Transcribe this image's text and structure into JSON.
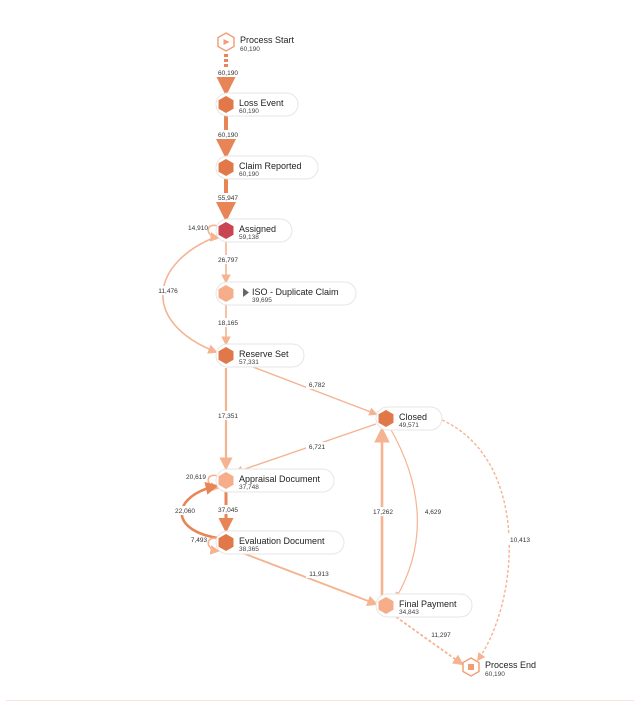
{
  "colors": {
    "dark": "#e0784a",
    "medium": "#f39b71",
    "light": "#f6ad89",
    "red": "#c94553",
    "edge_strong": "#e88556",
    "edge_light": "#f5b391"
  },
  "nodes": [
    {
      "id": "process_start",
      "name": "Process Start",
      "count": "60,190",
      "shape": "play-icon",
      "tone": "medium"
    },
    {
      "id": "loss_event",
      "name": "Loss Event",
      "count": "60,190",
      "shape": "hexagon-icon",
      "tone": "dark"
    },
    {
      "id": "claim_reported",
      "name": "Claim Reported",
      "count": "60,190",
      "shape": "hexagon-icon",
      "tone": "dark"
    },
    {
      "id": "assigned",
      "name": "Assigned",
      "count": "59,138",
      "shape": "hexagon-icon",
      "tone": "red"
    },
    {
      "id": "iso_duplicate",
      "name": "ISO - Duplicate Claim",
      "count": "39,695",
      "shape": "hexagon-icon",
      "tone": "light"
    },
    {
      "id": "reserve_set",
      "name": "Reserve Set",
      "count": "57,331",
      "shape": "hexagon-icon",
      "tone": "dark"
    },
    {
      "id": "closed",
      "name": "Closed",
      "count": "49,571",
      "shape": "hexagon-icon",
      "tone": "dark"
    },
    {
      "id": "appraisal_document",
      "name": "Appraisal Document",
      "count": "37,748",
      "shape": "hexagon-icon",
      "tone": "light"
    },
    {
      "id": "evaluation_document",
      "name": "Evaluation Document",
      "count": "38,365",
      "shape": "hexagon-icon",
      "tone": "dark"
    },
    {
      "id": "final_payment",
      "name": "Final Payment",
      "count": "34,843",
      "shape": "hexagon-icon",
      "tone": "light"
    },
    {
      "id": "process_end",
      "name": "Process End",
      "count": "60,190",
      "shape": "stop-icon",
      "tone": "medium"
    }
  ],
  "edges": [
    {
      "from": "process_start",
      "to": "loss_event",
      "value": "60,190",
      "style": "dashed",
      "strength": "strong"
    },
    {
      "from": "loss_event",
      "to": "claim_reported",
      "value": "60,190",
      "style": "solid",
      "strength": "strong"
    },
    {
      "from": "claim_reported",
      "to": "assigned",
      "value": "55,947",
      "style": "solid",
      "strength": "strong"
    },
    {
      "from": "assigned",
      "to": "assigned",
      "value": "14,910",
      "style": "solid",
      "strength": "light"
    },
    {
      "from": "assigned",
      "to": "iso_duplicate",
      "value": "26,797",
      "style": "solid",
      "strength": "light"
    },
    {
      "from": "assigned",
      "to": "reserve_set",
      "value": "11,476",
      "style": "solid",
      "strength": "light"
    },
    {
      "from": "iso_duplicate",
      "to": "reserve_set",
      "value": "18,165",
      "style": "solid",
      "strength": "light"
    },
    {
      "from": "reserve_set",
      "to": "closed",
      "value": "6,782",
      "style": "solid",
      "strength": "light"
    },
    {
      "from": "reserve_set",
      "to": "appraisal_document",
      "value": "17,351",
      "style": "solid",
      "strength": "light"
    },
    {
      "from": "closed",
      "to": "appraisal_document",
      "value": "6,721",
      "style": "solid",
      "strength": "light"
    },
    {
      "from": "closed",
      "to": "final_payment",
      "value": "4,629",
      "style": "solid",
      "strength": "light"
    },
    {
      "from": "closed",
      "to": "process_end",
      "value": "10,413",
      "style": "dashed",
      "strength": "light"
    },
    {
      "from": "appraisal_document",
      "to": "appraisal_document",
      "value": "20,619",
      "style": "solid",
      "strength": "light"
    },
    {
      "from": "appraisal_document",
      "to": "evaluation_document",
      "value": "37,045",
      "style": "solid",
      "strength": "light"
    },
    {
      "from": "evaluation_document",
      "to": "appraisal_document",
      "value": "22,060",
      "style": "solid",
      "strength": "strong"
    },
    {
      "from": "evaluation_document",
      "to": "evaluation_document",
      "value": "7,493",
      "style": "solid",
      "strength": "light"
    },
    {
      "from": "evaluation_document",
      "to": "final_payment",
      "value": "11,913",
      "style": "solid",
      "strength": "light"
    },
    {
      "from": "final_payment",
      "to": "closed",
      "value": "17,262",
      "style": "solid",
      "strength": "light"
    },
    {
      "from": "final_payment",
      "to": "process_end",
      "value": "11,297",
      "style": "dashed",
      "strength": "light"
    }
  ]
}
